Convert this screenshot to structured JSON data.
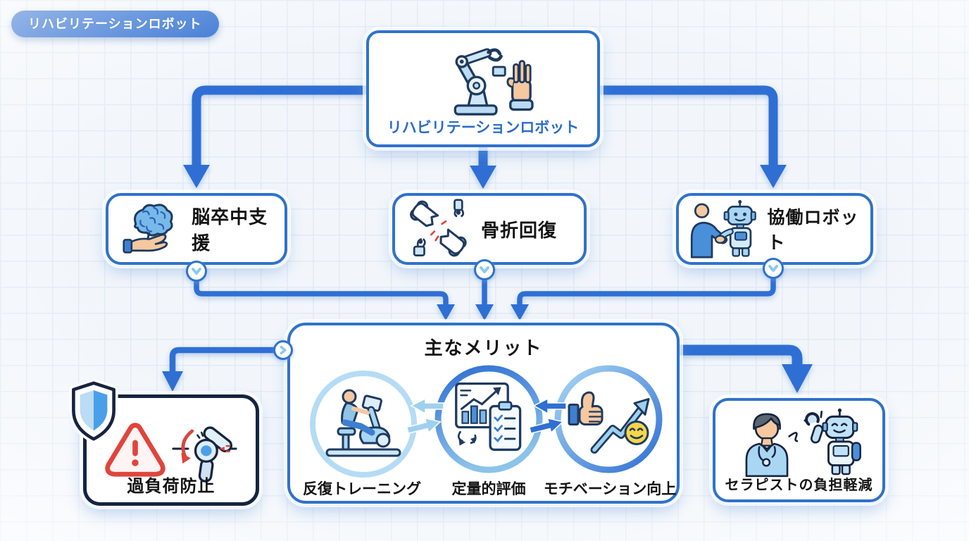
{
  "page": {
    "bg": "#f2f6fb",
    "grid_color": "#e2eaf4",
    "accent_blue": "#2f6fd4",
    "border_blue": "#2f72cc",
    "dark_navy": "#16243f",
    "light_blue": "#a9d7f3",
    "badge_bg": "#2a6bcf",
    "warning_red": "#e0453c",
    "smiley_yellow": "#f7d64b",
    "skin_tone": "#f6c89f"
  },
  "badge": {
    "label": "リハビリテーションロボット"
  },
  "root": {
    "label": "リハビリテーションロボット",
    "icon": "robot-arm-and-hand-icon"
  },
  "branches": [
    {
      "id": "stroke-support",
      "label": "脳卒中支援",
      "icon": "brain-on-hand-icon"
    },
    {
      "id": "fracture-recovery",
      "label": "骨折回復",
      "icon": "broken-bone-robot-icon"
    },
    {
      "id": "collaborative-robot",
      "label": "協働ロボット",
      "icon": "human-robot-handshake-icon"
    }
  ],
  "merits": {
    "title": "主なメリット",
    "items": [
      {
        "label": "反復トレーニング",
        "icon": "exercise-bike-icon",
        "ring": "light-blue"
      },
      {
        "label": "定量的評価",
        "icon": "chart-clipboard-icon",
        "ring": "blue-gradient"
      },
      {
        "label": "モチベーション向上",
        "icon": "thumbs-up-growth-smiley-icon",
        "ring": "blue-gradient"
      }
    ]
  },
  "outcomes": [
    {
      "id": "overload-prevention",
      "label": "過負荷防止",
      "icons": [
        "shield-icon",
        "warning-triangle-icon",
        "knee-joint-icon"
      ]
    },
    {
      "id": "therapist-relief",
      "label": "セラピストの負担軽減",
      "icons": [
        "therapist-icon",
        "waving-robot-icon"
      ]
    }
  ]
}
